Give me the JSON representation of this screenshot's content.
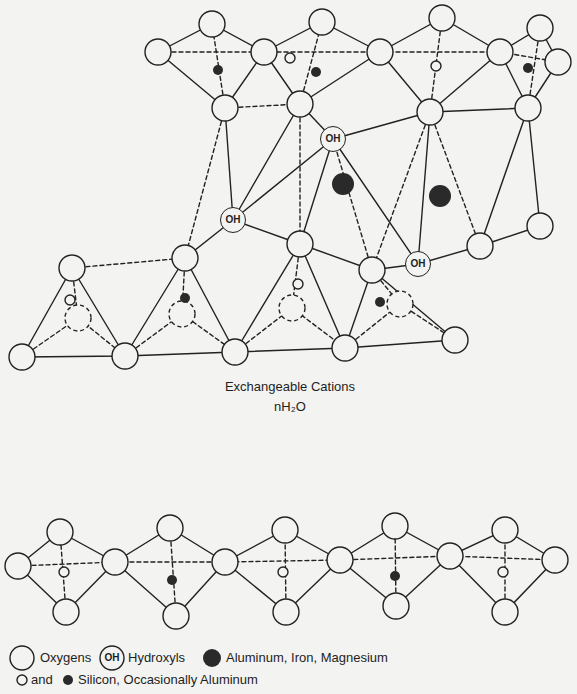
{
  "diagram": {
    "nodes": [
      {
        "text": [
          "OH"
        ]
      },
      {
        "text": [
          "OH"
        ]
      },
      {
        "text": [
          "OH"
        ]
      }
    ],
    "labels": [
      "Exchangeable Cations",
      "nH₂O",
      "OH",
      "and"
    ],
    "legend": [
      {
        "text": "Oxygens"
      },
      {
        "text": "Hydroxyls"
      },
      {
        "text": "Aluminum, Iron, Magnesium"
      },
      {
        "text": "Silicon, Occasionally Aluminum"
      }
    ]
  }
}
